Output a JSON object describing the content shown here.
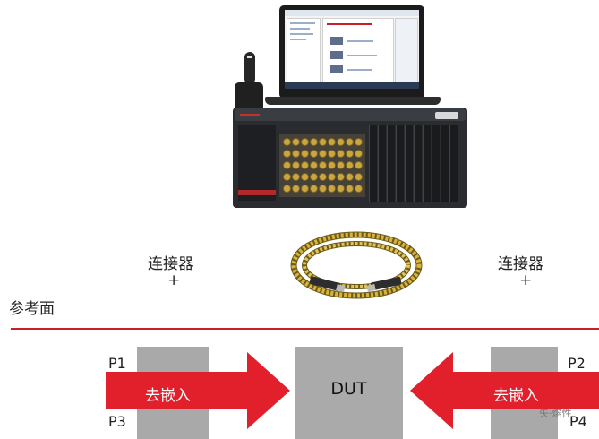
{
  "labels": {
    "connector_left": "连接器",
    "plus_left": "+",
    "connector_right": "连接器",
    "plus_right": "+",
    "reference_plane": "参考面",
    "dut": "DUT",
    "deembed_left": "去嵌入",
    "deembed_right": "去嵌入",
    "p1": "P1",
    "p2": "P2",
    "p3": "P3",
    "p4": "P4",
    "watermark": "矢·熔性"
  },
  "colors": {
    "arrow_red": "#e2202c",
    "divider_red": "#c8202a",
    "block_gray": "#a9a9a9",
    "cable_yellow": "#d9b43a"
  },
  "icons": {
    "arrow": "right-arrow-shape",
    "cable": "coaxial-cable-photo",
    "instrument": "test-instrument-photo"
  }
}
